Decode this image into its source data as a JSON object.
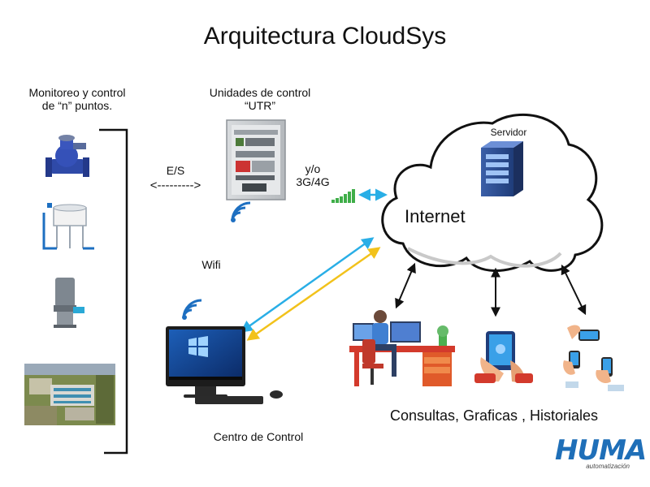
{
  "title": "Arquitectura CloudSys",
  "monitoring": {
    "line1": "Monitoreo y control",
    "line2": "de “n” puntos."
  },
  "utr": {
    "line1": "Unidades de control",
    "line2": "“UTR”"
  },
  "io": {
    "label": "E/S",
    "arrow": "<--------->"
  },
  "link": {
    "line1": "y/o",
    "line2": "3G/4G"
  },
  "cloud": {
    "server_label": "Servidor",
    "internet_label": "Internet"
  },
  "wifi_label": "Wifi",
  "control_center_label": "Centro de Control",
  "consult_label": "Consultas, Graficas , Historiales",
  "logo": {
    "name": "HUMA",
    "tagline": "automatización"
  },
  "colors": {
    "cyan_line": "#29aee6",
    "yellow_line": "#f2c21b",
    "logo_blue": "#1f6fb8"
  }
}
